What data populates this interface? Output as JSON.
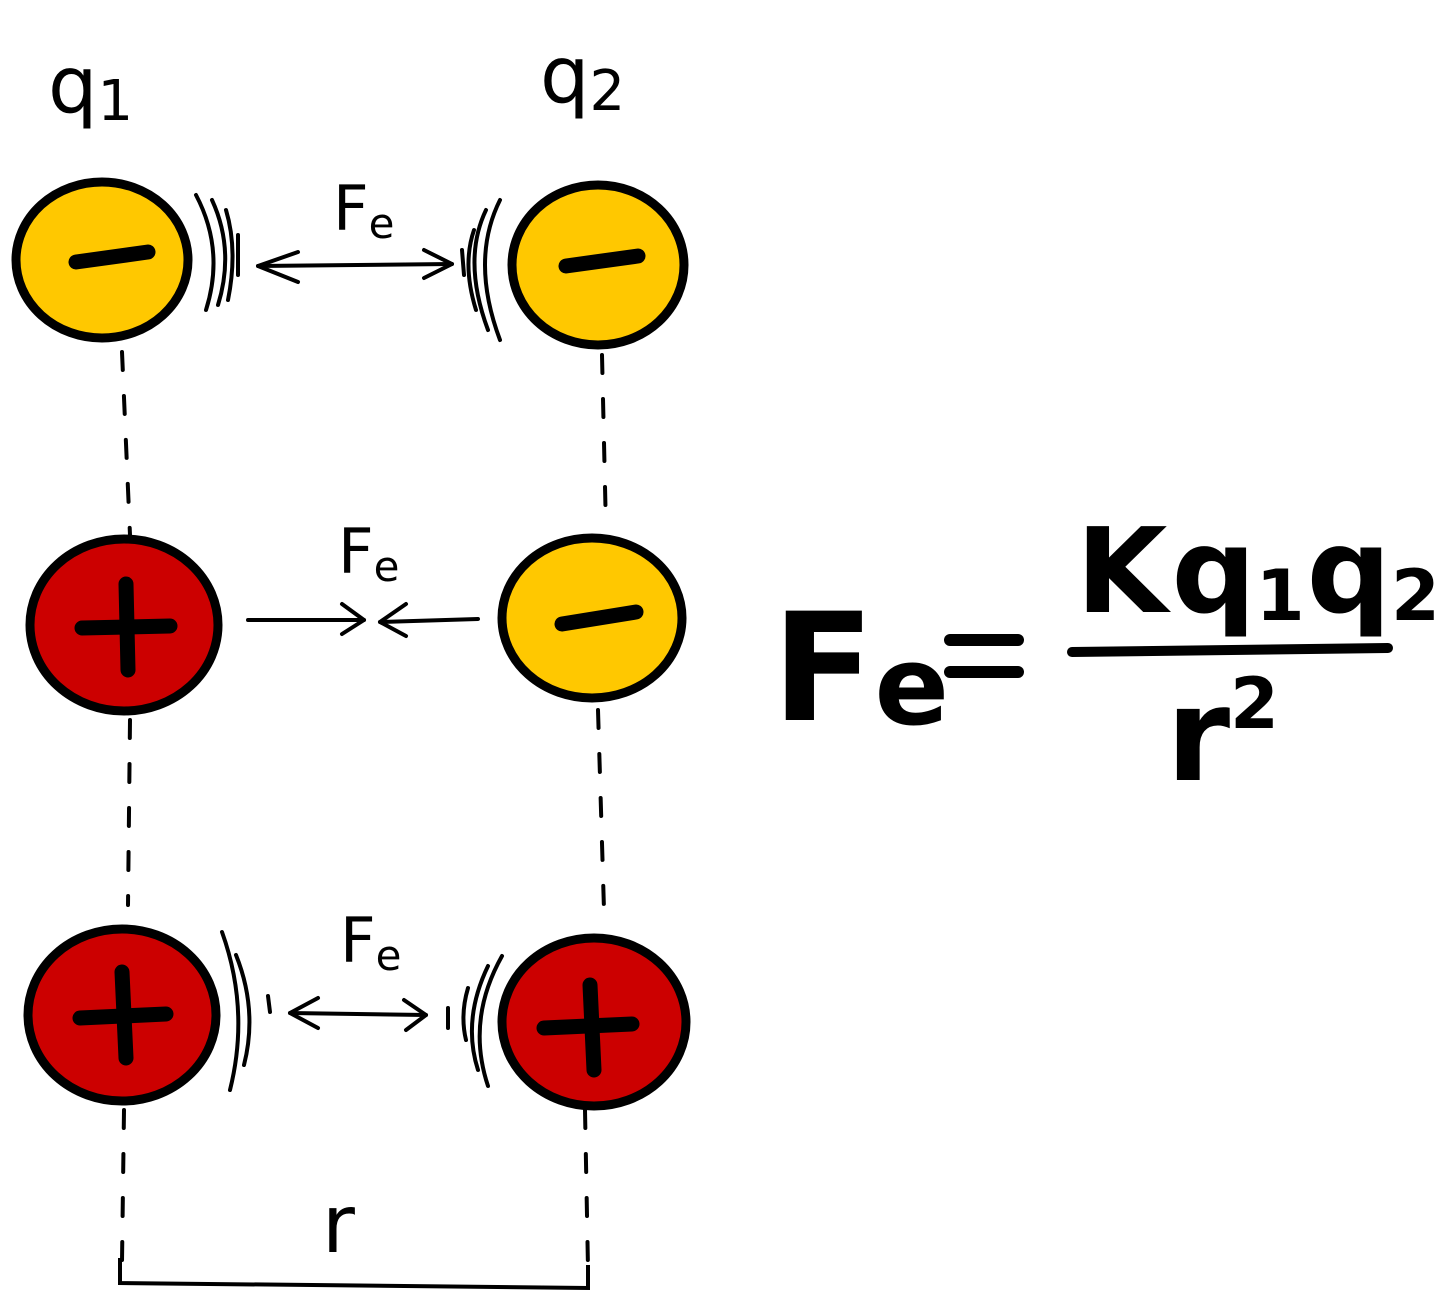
{
  "labels": {
    "q1": {
      "base": "q",
      "sub": "1"
    },
    "q2": {
      "base": "q",
      "sub": "2"
    },
    "force": {
      "base": "F",
      "sub": "e"
    },
    "distance": "r"
  },
  "colors": {
    "negative": "#FFC800",
    "positive": "#CC0000",
    "ink": "#000000"
  },
  "rows": [
    {
      "left": "negative",
      "right": "negative",
      "force": "repel"
    },
    {
      "left": "positive",
      "right": "negative",
      "force": "attract"
    },
    {
      "left": "positive",
      "right": "positive",
      "force": "repel"
    }
  ],
  "formula": {
    "lhs": {
      "base": "F",
      "sub": "e"
    },
    "equals": "=",
    "numerator": {
      "constant": "K",
      "q1": {
        "base": "q",
        "sub": "1"
      },
      "q2": {
        "base": "q",
        "sub": "2"
      }
    },
    "denominator": {
      "base": "r",
      "exp": "2"
    }
  }
}
